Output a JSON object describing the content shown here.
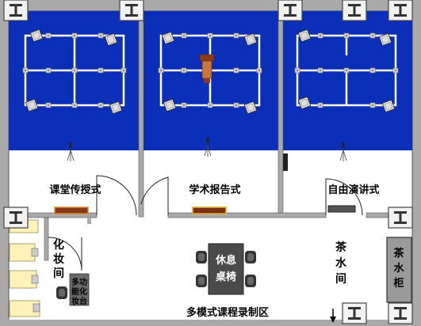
{
  "rooms": {
    "room_1": {
      "label": "课堂传授式"
    },
    "room_2": {
      "label": "学术报告式"
    },
    "room_3": {
      "label": "自由演讲式"
    }
  },
  "makeup_room": {
    "label": [
      "化",
      "妆",
      "间"
    ]
  },
  "vanity": {
    "label": [
      "多功",
      "能化",
      "妆台"
    ]
  },
  "lounge": {
    "label": [
      "休息",
      "桌椅"
    ]
  },
  "tea_room": {
    "label": [
      "茶",
      "水",
      "间"
    ]
  },
  "tea_cabinet": {
    "label": [
      "茶",
      "水",
      "柜"
    ]
  },
  "recording_area": {
    "label": "多模式课程录制区"
  },
  "colors": {
    "studio_blue": "#0b2fb9",
    "wall": "#a9a9a9",
    "wall_edge": "#555555",
    "table": "#4a4a4a",
    "furniture_yellow": "#fff2b8",
    "truss": "#ffffff"
  },
  "icons": [
    "light-truss-icon",
    "spotlight-icon",
    "camera-tripod-icon",
    "podium-icon",
    "door-swing-icon",
    "structural-column-icon",
    "chair-icon",
    "rug-icon"
  ]
}
